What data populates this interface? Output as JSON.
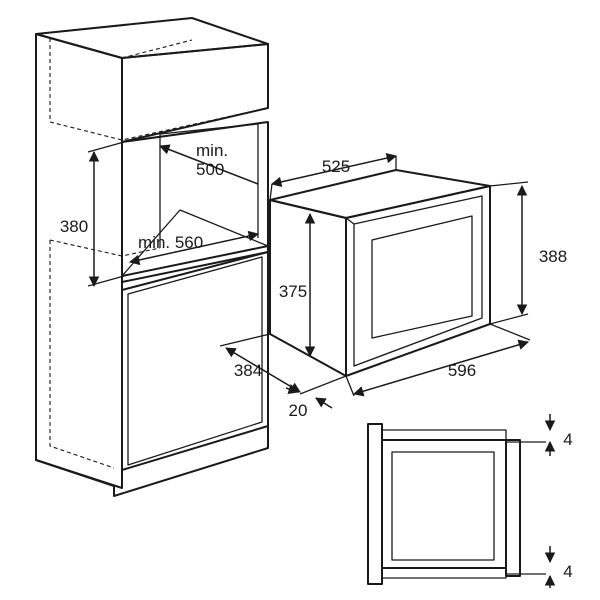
{
  "labels": {
    "min500_a": "min.",
    "min500_b": "500",
    "h380": "380",
    "min560": "min. 560",
    "w525": "525",
    "h375": "375",
    "h388": "388",
    "d384": "384",
    "w596": "596",
    "d20": "20",
    "gap_top": "4",
    "gap_bottom": "4"
  },
  "colors": {
    "line": "#1a1a1a",
    "background": "#ffffff"
  }
}
